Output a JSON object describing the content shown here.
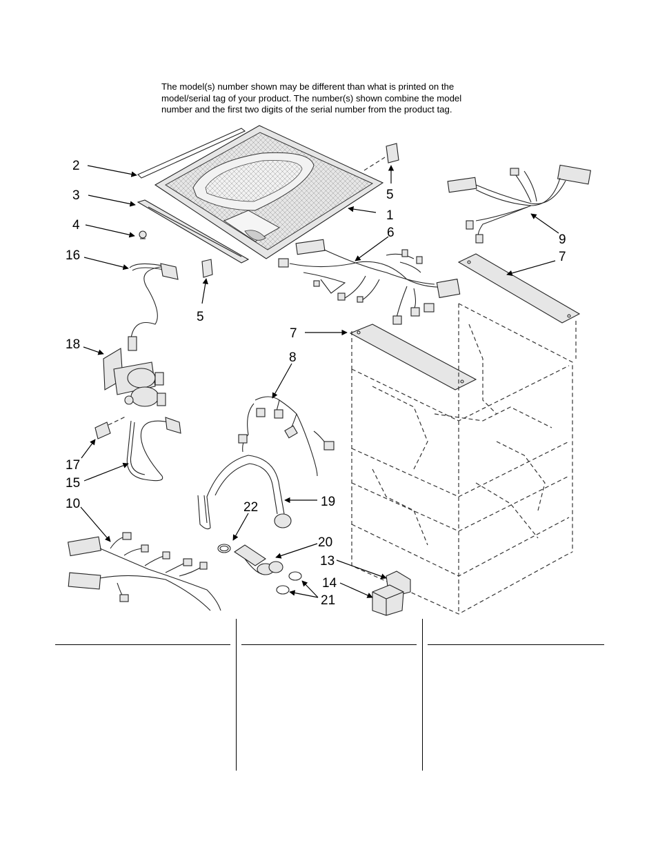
{
  "notice": {
    "lines": [
      "The model(s) number shown may be different than what is printed on the",
      "model/serial tag of your product. The number(s) shown combine the model",
      "number and the first two digits of the serial number from the product tag."
    ]
  },
  "callouts": [
    {
      "id": "c-2",
      "label": "2"
    },
    {
      "id": "c-3",
      "label": "3"
    },
    {
      "id": "c-4",
      "label": "4"
    },
    {
      "id": "c-16",
      "label": "16"
    },
    {
      "id": "c-5a",
      "label": "5"
    },
    {
      "id": "c-5b",
      "label": "5"
    },
    {
      "id": "c-1",
      "label": "1"
    },
    {
      "id": "c-6",
      "label": "6"
    },
    {
      "id": "c-9",
      "label": "9"
    },
    {
      "id": "c-7a",
      "label": "7"
    },
    {
      "id": "c-7b",
      "label": "7"
    },
    {
      "id": "c-18",
      "label": "18"
    },
    {
      "id": "c-8",
      "label": "8"
    },
    {
      "id": "c-17",
      "label": "17"
    },
    {
      "id": "c-15",
      "label": "15"
    },
    {
      "id": "c-10",
      "label": "10"
    },
    {
      "id": "c-22",
      "label": "22"
    },
    {
      "id": "c-19",
      "label": "19"
    },
    {
      "id": "c-20",
      "label": "20"
    },
    {
      "id": "c-13",
      "label": "13"
    },
    {
      "id": "c-14",
      "label": "14"
    },
    {
      "id": "c-21",
      "label": "21"
    }
  ]
}
